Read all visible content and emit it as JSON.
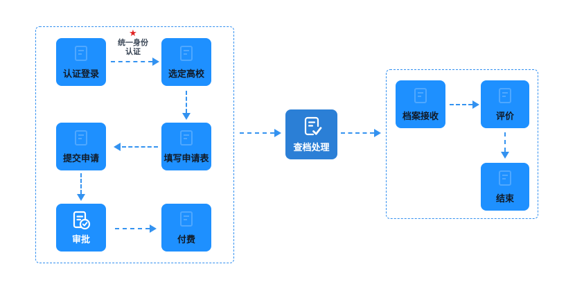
{
  "diagram": {
    "type": "flowchart",
    "colors": {
      "node_blue": "#1e90ff",
      "node_dark_blue": "#2b7fd6",
      "dashed_line_blue": "#3392f0",
      "group_border_blue": "#2f8ef0",
      "label_dark": "#111a26",
      "label_light": "#ffffff",
      "star_red": "#e02222",
      "annotation_text": "#3a4656",
      "background": "#ffffff"
    },
    "nodes": {
      "auth_login": {
        "label": "认证登录"
      },
      "select_university": {
        "label": "选定高校"
      },
      "submit_application": {
        "label": "提交申请"
      },
      "fill_form": {
        "label": "填写申请表"
      },
      "approve": {
        "label": "审批",
        "icon": "document-check-circle-icon"
      },
      "pay": {
        "label": "付费"
      },
      "archive_process": {
        "label": "查档处理",
        "icon": "document-check-icon"
      },
      "archive_receive": {
        "label": "档案接收"
      },
      "evaluate": {
        "label": "评价"
      },
      "end": {
        "label": "结束"
      }
    },
    "annotation": {
      "icon": "star-icon",
      "line1": "统一身份",
      "line2": "认证"
    },
    "edges": [
      "认证登录 → 选定高校 (统一身份认证)",
      "选定高校 → 填写申请表",
      "填写申请表 → 提交申请",
      "提交申请 → 审批",
      "审批 → 付费",
      "左侧流程 → 查档处理",
      "查档处理 → 右侧流程",
      "档案接收 → 评价",
      "评价 → 结束"
    ]
  }
}
